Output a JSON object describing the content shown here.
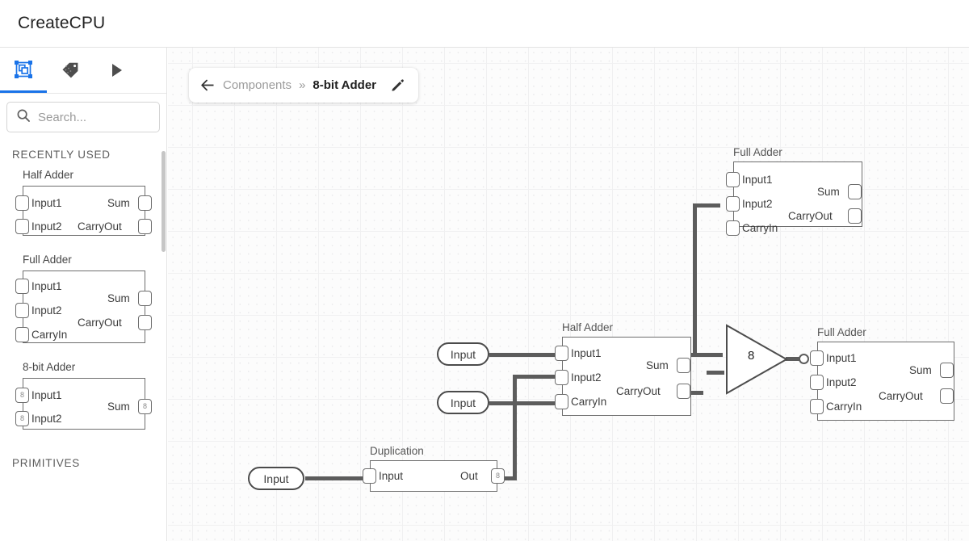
{
  "app": {
    "title": "CreateCPU"
  },
  "sidebar": {
    "tabs": [
      {
        "name": "chip-tab",
        "icon": "chip-icon",
        "active": true
      },
      {
        "name": "tag-tab",
        "icon": "tag-icon",
        "active": false
      },
      {
        "name": "play-tab",
        "icon": "play-icon",
        "active": false
      }
    ],
    "search": {
      "value": "",
      "placeholder": "Search..."
    },
    "sections": [
      {
        "title": "RECENTLY USED"
      },
      {
        "title": "PRIMITIVES"
      }
    ],
    "components": [
      {
        "name": "Half Adder",
        "inputs": [
          {
            "label": "Input1",
            "bus": ""
          },
          {
            "label": "Input2",
            "bus": ""
          }
        ],
        "outputs": [
          {
            "label": "Sum",
            "bus": ""
          },
          {
            "label": "CarryOut",
            "bus": ""
          }
        ]
      },
      {
        "name": "Full Adder",
        "inputs": [
          {
            "label": "Input1",
            "bus": ""
          },
          {
            "label": "Input2",
            "bus": ""
          },
          {
            "label": "CarryIn",
            "bus": ""
          }
        ],
        "outputs": [
          {
            "label": "Sum",
            "bus": ""
          },
          {
            "label": "CarryOut",
            "bus": ""
          }
        ]
      },
      {
        "name": "8-bit Adder",
        "inputs": [
          {
            "label": "Input1",
            "bus": "8"
          },
          {
            "label": "Input2",
            "bus": "8"
          }
        ],
        "outputs": [
          {
            "label": "Sum",
            "bus": "8"
          }
        ]
      }
    ]
  },
  "breadcrumb": {
    "back_icon": "arrow-left-icon",
    "root": "Components",
    "separator": "»",
    "current": "8-bit Adder",
    "edit_icon": "pencil-icon"
  },
  "canvas": {
    "nodes": [
      {
        "id": "full-adder-top",
        "title": "Full Adder",
        "inputs": [
          {
            "label": "Input1",
            "bus": ""
          },
          {
            "label": "Input2",
            "bus": ""
          },
          {
            "label": "CarryIn",
            "bus": ""
          }
        ],
        "outputs": [
          {
            "label": "Sum",
            "bus": ""
          },
          {
            "label": "CarryOut",
            "bus": ""
          }
        ]
      },
      {
        "id": "half-adder-mid",
        "title": "Half Adder",
        "inputs": [
          {
            "label": "Input1",
            "bus": ""
          },
          {
            "label": "Input2",
            "bus": ""
          },
          {
            "label": "CarryIn",
            "bus": ""
          }
        ],
        "outputs": [
          {
            "label": "Sum",
            "bus": ""
          },
          {
            "label": "CarryOut",
            "bus": ""
          }
        ]
      },
      {
        "id": "full-adder-right",
        "title": "Full Adder",
        "inputs": [
          {
            "label": "Input1",
            "bus": ""
          },
          {
            "label": "Input2",
            "bus": ""
          },
          {
            "label": "CarryIn",
            "bus": ""
          }
        ],
        "outputs": [
          {
            "label": "Sum",
            "bus": ""
          },
          {
            "label": "CarryOut",
            "bus": ""
          }
        ]
      },
      {
        "id": "duplication",
        "title": "Duplication",
        "inputs": [
          {
            "label": "Input",
            "bus": ""
          }
        ],
        "outputs": [
          {
            "label": "Out",
            "bus": "8"
          }
        ]
      }
    ],
    "pins": [
      {
        "id": "input-pin-1",
        "label": "Input"
      },
      {
        "id": "input-pin-2",
        "label": "Input"
      },
      {
        "id": "input-pin-3",
        "label": "Input"
      }
    ],
    "bus_node": {
      "id": "bus-merge",
      "value": "8"
    }
  }
}
